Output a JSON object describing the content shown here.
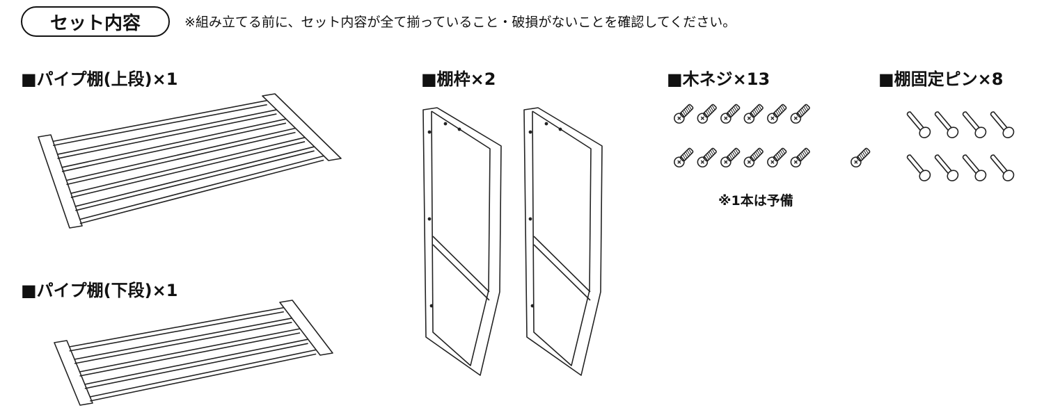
{
  "header": {
    "title": "セット内容",
    "note": "※組み立てる前に、セット内容が全て揃っていること・破損がないことを確認してください。"
  },
  "parts": [
    {
      "label": "■パイプ棚(上段)×1",
      "count": 1
    },
    {
      "label": "■パイプ棚(下段)×1",
      "count": 1
    },
    {
      "label": "■棚枠×2",
      "count": 2
    },
    {
      "label": "■木ネジ×13",
      "count": 13,
      "note": "※1本は予備"
    },
    {
      "label": "■棚固定ピン×8",
      "count": 8
    }
  ]
}
